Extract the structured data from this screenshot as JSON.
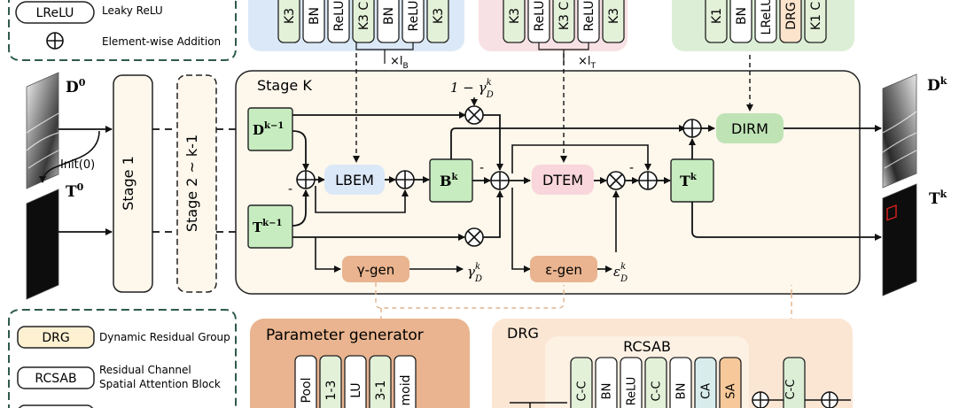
{
  "legend_top": {
    "lrelu_box": "LReLU",
    "lrelu_desc": "Leaky ReLU",
    "add_symbol": "⊕",
    "add_desc": "Element-wise Addition"
  },
  "legend_bottom": {
    "drg_box": "DRG",
    "drg_desc": "Dynamic Residual Group",
    "rcsab_box": "RCSAB",
    "rcsab_desc_1": "Residual Channel",
    "rcsab_desc_2": "Spatial Attention Block"
  },
  "lbem_panel": {
    "cells": [
      "K3",
      "BN",
      "ReLU",
      "K3 C",
      "BN",
      "ReLU",
      "K3"
    ],
    "repeat": "×l",
    "repeat_sub": "B"
  },
  "dtem_panel": {
    "cells": [
      "K3",
      "ReLU",
      "K3 C",
      "ReLU",
      "K3"
    ],
    "repeat": "×l",
    "repeat_sub": "T"
  },
  "dirm_panel": {
    "cells": [
      "K1",
      "BN",
      "LReLU",
      "DRG",
      "K1 C"
    ]
  },
  "inputs": {
    "d0_label": "D",
    "d0_sup": "0",
    "t0_label": "T",
    "t0_sup": "0",
    "init_label": "Init(0)"
  },
  "stages": {
    "stage1": "Stage 1",
    "stage2": "Stage 2 ~ k-1",
    "stagek": "Stage K"
  },
  "stage_k": {
    "d_prev": "D",
    "d_prev_sup": "k−1",
    "t_prev": "T",
    "t_prev_sup": "k−1",
    "lbem": "LBEM",
    "b_k": "B",
    "b_k_sup": "k",
    "dtem": "DTEM",
    "t_k": "T",
    "t_k_sup": "k",
    "dirm": "DIRM",
    "gamma_gen": "γ-gen",
    "eps_gen": "ε-gen",
    "one_minus_gamma": "1 − γ",
    "gamma_sub": "D",
    "gamma_sup": "k",
    "eps_symbol": "ε",
    "minus": "-"
  },
  "outputs": {
    "dk_label": "D",
    "dk_sup": "k",
    "tk_label": "T",
    "tk_sup": "k"
  },
  "param_gen": {
    "title": "Parameter generator",
    "cells": [
      "Pool",
      "1-3",
      "LU",
      "3-1",
      "moid"
    ]
  },
  "drg_panel": {
    "title": "DRG",
    "rcsab_title": "RCSAB",
    "cells": [
      "C-C",
      "BN",
      "ReLU",
      "C-C",
      "BN",
      "CA",
      "SA"
    ],
    "tail_cell": "C-C"
  },
  "colors": {
    "blue_panel": "#dbe8f7",
    "pink_panel": "#f8e1e4",
    "green_panel": "#dcefd6",
    "stage_bg": "#fdf7ec",
    "orange_panel": "#e9b48f",
    "drg_panel": "#fbe6d4"
  }
}
